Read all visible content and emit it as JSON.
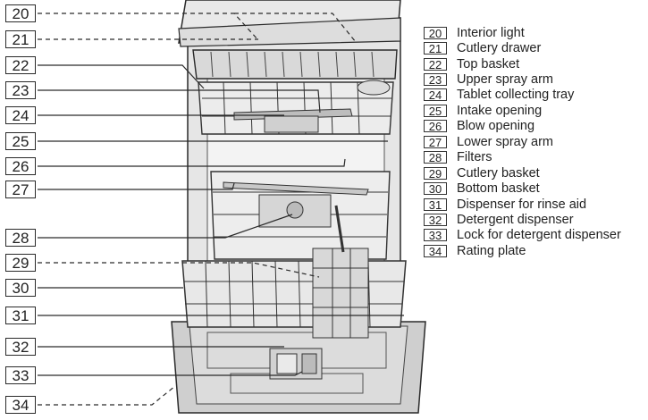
{
  "callouts": [
    "20",
    "21",
    "22",
    "23",
    "24",
    "25",
    "26",
    "27",
    "28",
    "29",
    "30",
    "31",
    "32",
    "33",
    "34"
  ],
  "legend": [
    {
      "num": "20",
      "label": "Interior light"
    },
    {
      "num": "21",
      "label": "Cutlery drawer"
    },
    {
      "num": "22",
      "label": "Top basket"
    },
    {
      "num": "23",
      "label": "Upper spray arm"
    },
    {
      "num": "24",
      "label": "Tablet collecting tray"
    },
    {
      "num": "25",
      "label": "Intake opening"
    },
    {
      "num": "26",
      "label": "Blow opening"
    },
    {
      "num": "27",
      "label": "Lower spray arm"
    },
    {
      "num": "28",
      "label": "Filters"
    },
    {
      "num": "29",
      "label": "Cutlery basket"
    },
    {
      "num": "30",
      "label": "Bottom basket"
    },
    {
      "num": "31",
      "label": "Dispenser for rinse aid"
    },
    {
      "num": "32",
      "label": "Detergent dispenser"
    },
    {
      "num": "33",
      "label": "Lock for detergent dispenser"
    },
    {
      "num": "34",
      "label": "Rating plate"
    }
  ],
  "colors": {
    "line": "#2a2a2a",
    "shade": "#d4d4d4",
    "light": "#ececec"
  }
}
